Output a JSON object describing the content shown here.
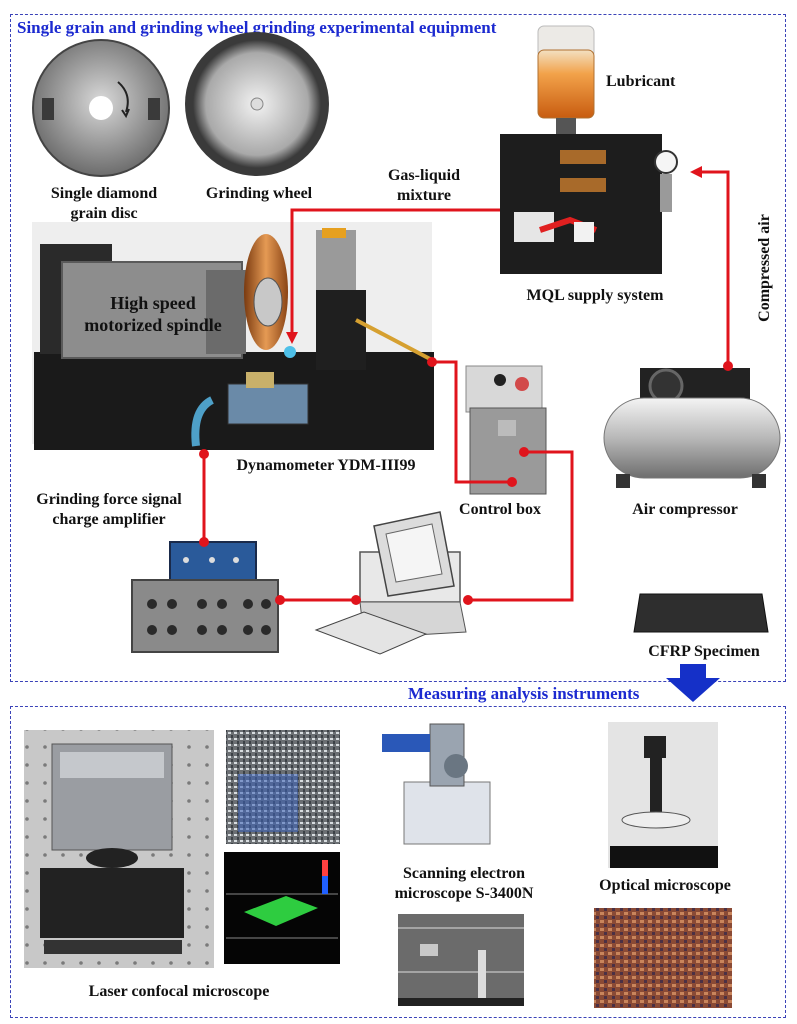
{
  "sections": {
    "top_title": "Single grain and grinding wheel grinding experimental equipment",
    "bottom_title": "Measuring analysis instruments"
  },
  "labels": {
    "lubricant": "Lubricant",
    "gas_liquid_1": "Gas-liquid",
    "gas_liquid_2": "mixture",
    "single_grain_1": "Single diamond",
    "single_grain_2": "grain disc",
    "grinding_wheel": "Grinding wheel",
    "spindle_1": "High speed",
    "spindle_2": "motorized spindle",
    "mql": "MQL supply system",
    "compressed_air": "Compressed air",
    "dynamometer": "Dynamometer YDM-III99",
    "amplifier_1": "Grinding force signal",
    "amplifier_2": "charge amplifier",
    "control_box": "Control box",
    "air_compressor": "Air compressor",
    "cfrp": "CFRP Specimen",
    "laser": "Laser confocal microscope",
    "sem_1": "Scanning electron",
    "sem_2": "microscope S-3400N",
    "optical": "Optical microscope"
  },
  "colors": {
    "title_blue": "#1c2ad0",
    "frame_blue": "#3b43b8",
    "connection_red": "#e0141c",
    "arrow_blue": "#1530c8"
  },
  "icons": {
    "flow_arrow": "arrow-down-icon"
  }
}
